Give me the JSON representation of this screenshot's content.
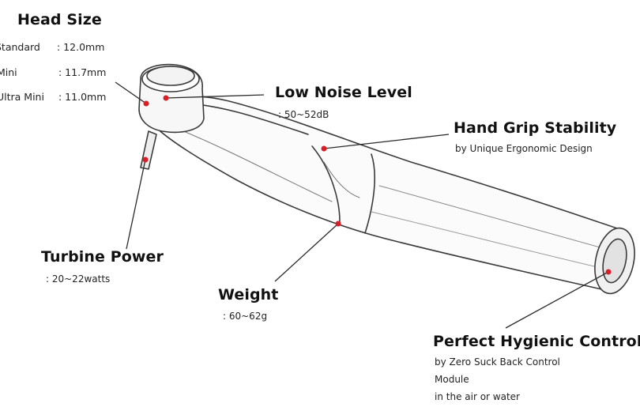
{
  "head_size": {
    "title": "Head Size",
    "rows": [
      {
        "label": "Standard",
        "value": ": 12.0mm"
      },
      {
        "label": "Mini",
        "value": ": 11.7mm"
      },
      {
        "label": "Ultra Mini",
        "value": ": 11.0mm"
      }
    ]
  },
  "callouts": {
    "low_noise": {
      "title": "Low Noise Level",
      "detail": ": 50~52dB"
    },
    "hand_grip": {
      "title": "Hand Grip Stability",
      "detail": "by Unique Ergonomic Design"
    },
    "turbine": {
      "title": "Turbine Power",
      "detail": ": 20~22watts"
    },
    "weight": {
      "title": "Weight",
      "detail": ": 60~62g"
    },
    "hygienic": {
      "title": "Perfect Hygienic Control",
      "line1": "by Zero Suck Back Control",
      "line2": "Module",
      "line3": "in the air or water"
    }
  },
  "colors": {
    "marker": "#d81f26",
    "line": "#2a2a2a",
    "outline": "#3a3a3a"
  }
}
